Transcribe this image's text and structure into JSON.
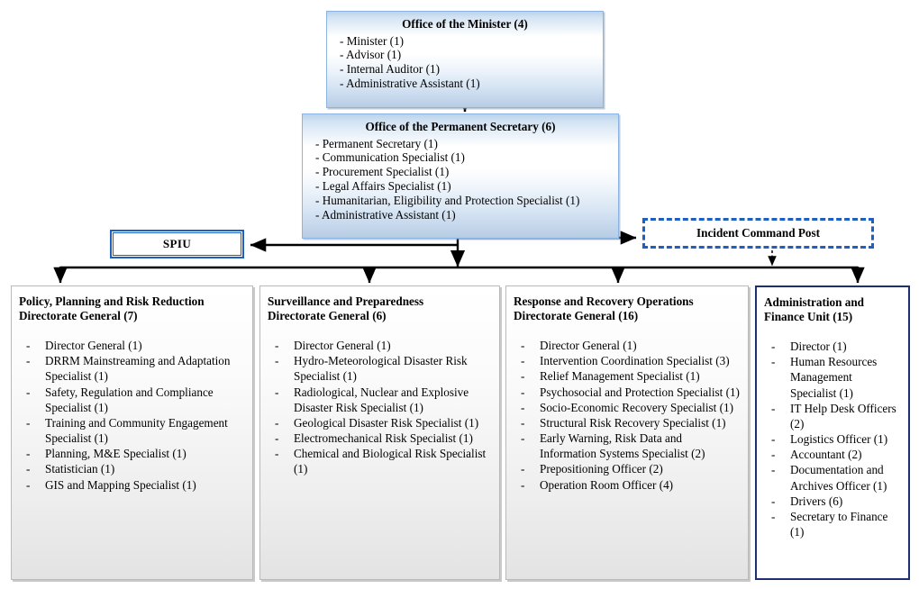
{
  "diagram": {
    "title_text": "Organizational structure chart",
    "accent_blue": "#1f5fbf",
    "navy": "#1f3070",
    "box_blue_border": "#8db3e2",
    "gray_border": "#b9b9b9",
    "connector_color": "#000000"
  },
  "minister": {
    "title": "Office of the Minister (4)",
    "lines": [
      "- Minister (1)",
      "- Advisor (1)",
      "- Internal Auditor (1)",
      "- Administrative Assistant (1)"
    ]
  },
  "permanent_secretary": {
    "title": "Office of the Permanent Secretary (6)",
    "lines": [
      "- Permanent Secretary (1)",
      "- Communication Specialist (1)",
      "- Procurement Specialist (1)",
      "- Legal Affairs Specialist (1)",
      "- Humanitarian, Eligibility and Protection Specialist (1)",
      "- Administrative Assistant (1)"
    ]
  },
  "spiu": {
    "label": "SPIU"
  },
  "incident_command_post": {
    "label": "Incident Command Post"
  },
  "directorates": [
    {
      "title_line1": "Policy, Planning and Risk Reduction",
      "title_line2": "Directorate General (7)",
      "items": [
        "Director General (1)",
        "DRRM Mainstreaming and Adaptation Specialist (1)",
        "Safety, Regulation and Compliance Specialist (1)",
        "Training and Community Engagement Specialist (1)",
        "Planning, M&E Specialist (1)",
        "Statistician (1)",
        "GIS and Mapping Specialist (1)"
      ],
      "style": "gray"
    },
    {
      "title_line1": "Surveillance and Preparedness",
      "title_line2": "Directorate General (6)",
      "items": [
        "Director General (1)",
        "Hydro-Meteorological Disaster Risk Specialist (1)",
        "Radiological, Nuclear and Explosive Disaster Risk Specialist (1)",
        "Geological Disaster Risk Specialist (1)",
        "Electromechanical Risk Specialist (1)",
        "Chemical and Biological Risk Specialist (1)"
      ],
      "style": "gray"
    },
    {
      "title_line1": "Response and Recovery Operations",
      "title_line2": "Directorate General (16)",
      "items": [
        "Director General (1)",
        "Intervention Coordination Specialist (3)",
        "Relief Management Specialist (1)",
        "Psychosocial and Protection Specialist (1)",
        "Socio-Economic Recovery Specialist (1)",
        "Structural Risk Recovery Specialist (1)",
        "Early Warning, Risk Data and Information Systems Specialist (2)",
        "Prepositioning Officer (2)",
        "Operation Room Officer (4)"
      ],
      "style": "gray"
    },
    {
      "title_line1": "Administration and",
      "title_line2": "Finance Unit (15)",
      "items": [
        "Director (1)",
        "Human Resources Management Specialist (1)",
        "IT Help Desk Officers (2)",
        "Logistics Officer (1)",
        "Accountant (2)",
        "Documentation and Archives Officer (1)",
        "Drivers (6)",
        "Secretary to Finance (1)"
      ],
      "style": "navy"
    }
  ],
  "bullet_dash": "-"
}
